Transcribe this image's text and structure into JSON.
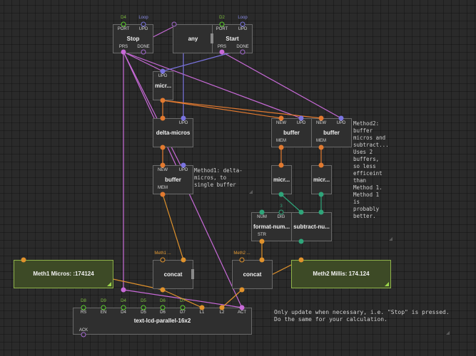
{
  "nodes": {
    "stop": {
      "title": "Stop",
      "pin_port": "PORT",
      "pin_upd": "UPD",
      "pin_prs": "PRS",
      "pin_done": "DONE",
      "val_port": "D4",
      "val_upd": "Loop"
    },
    "any": {
      "title": "any"
    },
    "start": {
      "title": "Start",
      "pin_port": "PORT",
      "pin_upd": "UPD",
      "pin_prs": "PRS",
      "pin_done": "DONE",
      "val_port": "D2",
      "val_upd": "Loop"
    },
    "micros_top": {
      "title": "micr...",
      "pin_upd": "UPD"
    },
    "delta_micros": {
      "title": "delta-micros",
      "pin_upd": "UPD"
    },
    "buffer_left": {
      "title": "buffer",
      "pin_new": "NEW",
      "pin_upd": "UPD",
      "pin_mem": "MEM"
    },
    "buffer_m2a": {
      "title": "buffer",
      "pin_new": "NEW",
      "pin_upd": "UPD",
      "pin_mem": "MEM"
    },
    "buffer_m2b": {
      "title": "buffer",
      "pin_new": "NEW",
      "pin_upd": "UPD",
      "pin_mem": "MEM"
    },
    "micros_m2a": {
      "title": "micr..."
    },
    "micros_m2b": {
      "title": "micr..."
    },
    "format_num": {
      "title": "format-num...",
      "pin_num": "NUM",
      "pin_dig": "DIG",
      "pin_str": "STR",
      "val_dig": "3"
    },
    "subtract_num": {
      "title": "subtract-nu..."
    },
    "concat1": {
      "title": "concat",
      "val_in": "Meth1 ..."
    },
    "concat2": {
      "title": "concat",
      "val_in": "Meth2 ..."
    },
    "lcd": {
      "title": "text-lcd-parallel-16x2",
      "pins": [
        "RS",
        "EN",
        "D4",
        "D5",
        "D6",
        "D7",
        "L1",
        "L2",
        "ACT"
      ],
      "vals": [
        "D8",
        "D9",
        "D4",
        "D5",
        "D6",
        "D7"
      ],
      "pin_ack": "ACK"
    }
  },
  "watches": {
    "meth1": {
      "text": "Meth1 Micros: :174124"
    },
    "meth2": {
      "text": "Meth2 Millis:  174.124"
    }
  },
  "comments": {
    "method1": "Method1: delta-\nmicros, to\nsingle buffer",
    "method2": "Method2:\nbuffer\nmicros and\nsubtract...\nUses 2\nbuffers,\nso less\nefficeint\nthan\nMethod 1.\nMethod 1\nis\nprobably\nbetter.",
    "bottom": "Only update when necessary, i.e. \"Stop\" is pressed.\nDo the same for your calculation."
  },
  "colors": {
    "pulse": "#c86ad8",
    "upd": "#7a74e0",
    "order": "#e27a30",
    "string": "#e0922c",
    "number": "#2fa57a",
    "boolean": "#5bd02c"
  }
}
